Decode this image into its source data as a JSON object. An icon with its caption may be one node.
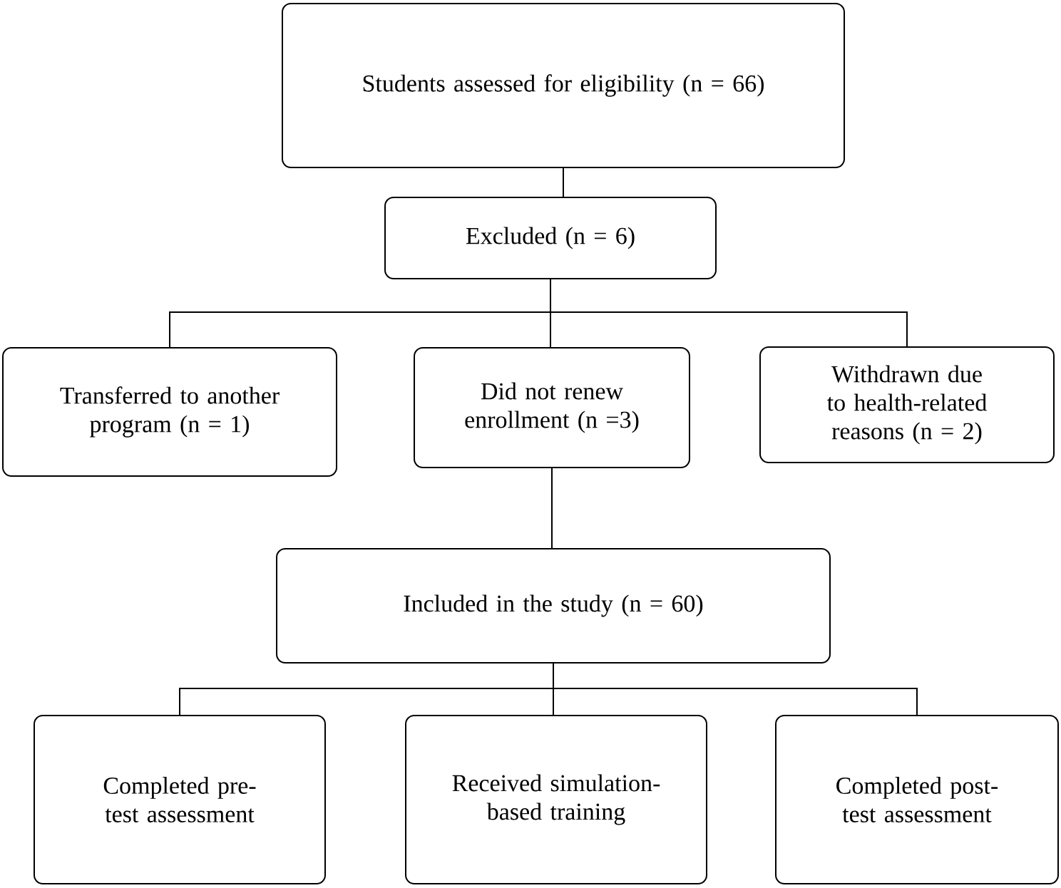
{
  "diagram": {
    "nodes": [
      {
        "text": [
          "Students assessed for eligibility (n = 66)"
        ]
      },
      {
        "text": [
          "Excluded (n = 6)"
        ]
      },
      {
        "text": [
          "Transferred to another program (n = 1)"
        ]
      },
      {
        "text": [
          "Did not renew enrollment (n =3)"
        ]
      },
      {
        "text": [
          "Withdrawn due to health-related reasons (n = 2)"
        ]
      },
      {
        "text": [
          "Included in the study (n = 60)"
        ]
      },
      {
        "text": [
          "Completed pre-test assessment"
        ]
      },
      {
        "text": [
          "Received simulation-based training"
        ]
      },
      {
        "text": [
          "Completed post-test assessment"
        ]
      }
    ],
    "edges": [
      {
        "from": 0,
        "to": 1,
        "arrow": "none"
      },
      {
        "from": 1,
        "to": 2,
        "arrow": "none"
      },
      {
        "from": 1,
        "to": 3,
        "arrow": "none"
      },
      {
        "from": 1,
        "to": 4,
        "arrow": "none"
      },
      {
        "from": 3,
        "to": 5,
        "arrow": "none"
      },
      {
        "from": 5,
        "to": 6,
        "arrow": "none"
      },
      {
        "from": 5,
        "to": 7,
        "arrow": "none"
      },
      {
        "from": 5,
        "to": 8,
        "arrow": "none"
      }
    ]
  }
}
